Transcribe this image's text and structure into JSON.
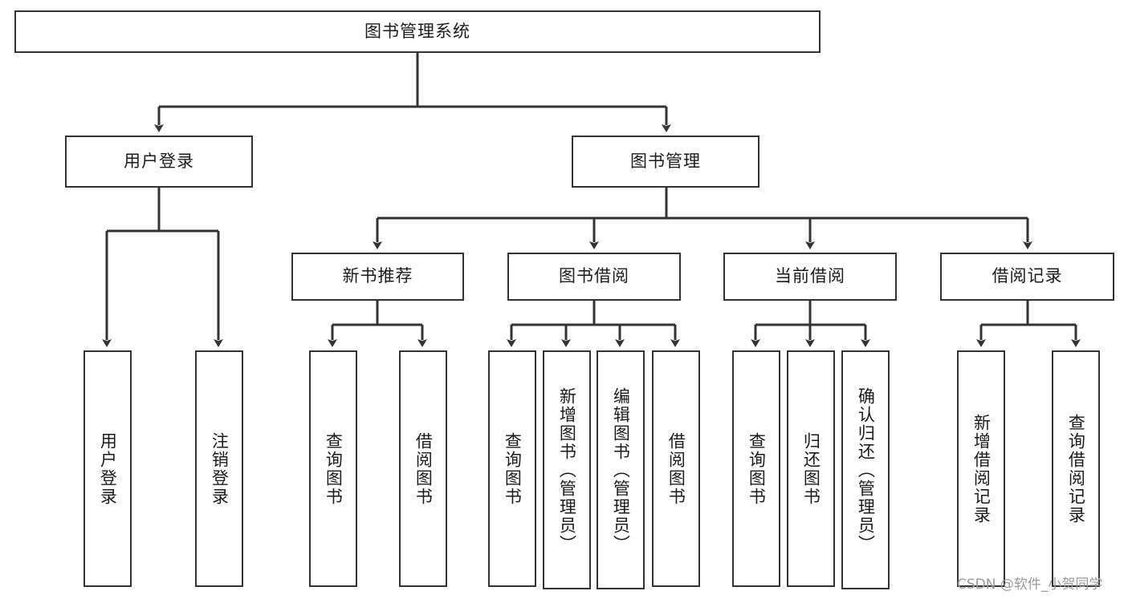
{
  "diagram": {
    "type": "tree-hierarchy-chart",
    "title": "图书管理系统",
    "watermark": "CSDN @软件_小贺同学",
    "colors": {
      "box_border": "#333333",
      "box_fill": "#ffffff",
      "connector": "#333333",
      "text": "#1b1b1b",
      "watermark": "#9a9a9a",
      "background": "#ffffff"
    },
    "levels": {
      "root": {
        "id": "root",
        "label": "图书管理系统",
        "orientation": "horizontal"
      },
      "level2": [
        {
          "id": "user-login",
          "label": "用户登录",
          "orientation": "horizontal"
        },
        {
          "id": "book-management",
          "label": "图书管理",
          "orientation": "horizontal"
        }
      ],
      "level3": [
        {
          "id": "new-book-recommend",
          "label": "新书推荐",
          "orientation": "horizontal",
          "parent": "book-management"
        },
        {
          "id": "book-borrow",
          "label": "图书借阅",
          "orientation": "horizontal",
          "parent": "book-management"
        },
        {
          "id": "current-borrow",
          "label": "当前借阅",
          "orientation": "horizontal",
          "parent": "book-management"
        },
        {
          "id": "borrow-record",
          "label": "借阅记录",
          "orientation": "horizontal",
          "parent": "book-management"
        }
      ],
      "leaves": [
        {
          "id": "leaf-user-login",
          "label": "用户登录",
          "orientation": "vertical",
          "parent": "user-login"
        },
        {
          "id": "leaf-logout-login",
          "label": "注销登录",
          "orientation": "vertical",
          "parent": "user-login"
        },
        {
          "id": "leaf-query-book-1",
          "label": "查询图书",
          "orientation": "vertical",
          "parent": "new-book-recommend"
        },
        {
          "id": "leaf-borrow-book-1",
          "label": "借阅图书",
          "orientation": "vertical",
          "parent": "new-book-recommend"
        },
        {
          "id": "leaf-query-book-2",
          "label": "查询图书",
          "orientation": "vertical",
          "parent": "book-borrow"
        },
        {
          "id": "leaf-add-book-admin",
          "label": "新增图书（管理员）",
          "orientation": "vertical",
          "parent": "book-borrow"
        },
        {
          "id": "leaf-edit-book-admin",
          "label": "编辑图书（管理员）",
          "orientation": "vertical",
          "parent": "book-borrow"
        },
        {
          "id": "leaf-borrow-book-2",
          "label": "借阅图书",
          "orientation": "vertical",
          "parent": "book-borrow"
        },
        {
          "id": "leaf-query-book-3",
          "label": "查询图书",
          "orientation": "vertical",
          "parent": "current-borrow"
        },
        {
          "id": "leaf-return-book",
          "label": "归还图书",
          "orientation": "vertical",
          "parent": "current-borrow"
        },
        {
          "id": "leaf-confirm-return-admin",
          "label": "确认归还（管理员）",
          "orientation": "vertical",
          "parent": "current-borrow"
        },
        {
          "id": "leaf-add-borrow-record",
          "label": "新增借阅记录",
          "orientation": "vertical",
          "parent": "borrow-record"
        },
        {
          "id": "leaf-query-borrow-record",
          "label": "查询借阅记录",
          "orientation": "vertical",
          "parent": "borrow-record"
        }
      ]
    }
  }
}
